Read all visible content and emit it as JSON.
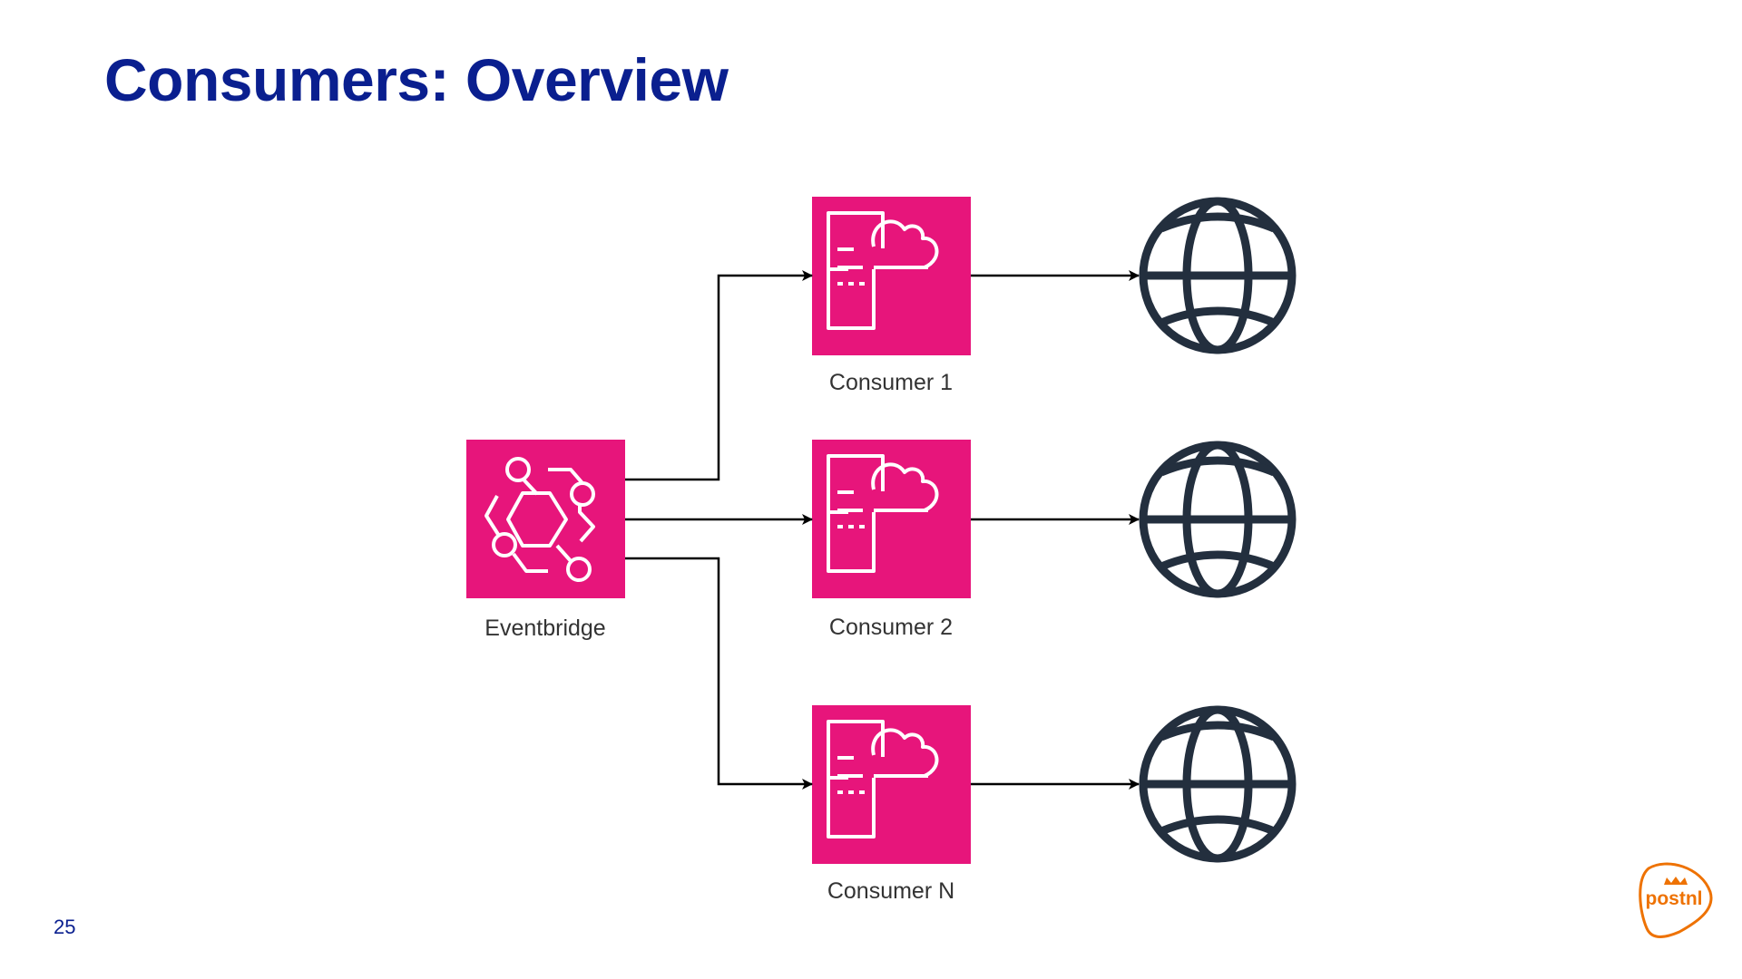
{
  "slide": {
    "title": "Consumers: Overview",
    "page_number": "25"
  },
  "diagram": {
    "source": {
      "label": "Eventbridge",
      "icon": "eventbridge-icon"
    },
    "consumers": [
      {
        "label": "Consumer 1",
        "icon": "consumer-service-icon",
        "target_icon": "globe-icon"
      },
      {
        "label": "Consumer 2",
        "icon": "consumer-service-icon",
        "target_icon": "globe-icon"
      },
      {
        "label": "Consumer N",
        "icon": "consumer-service-icon",
        "target_icon": "globe-icon"
      }
    ],
    "colors": {
      "service_tile": "#e7157b",
      "globe": "#232f3e",
      "connector": "#000000"
    }
  },
  "logo": {
    "text": "postnl",
    "color": "#ee7203"
  }
}
